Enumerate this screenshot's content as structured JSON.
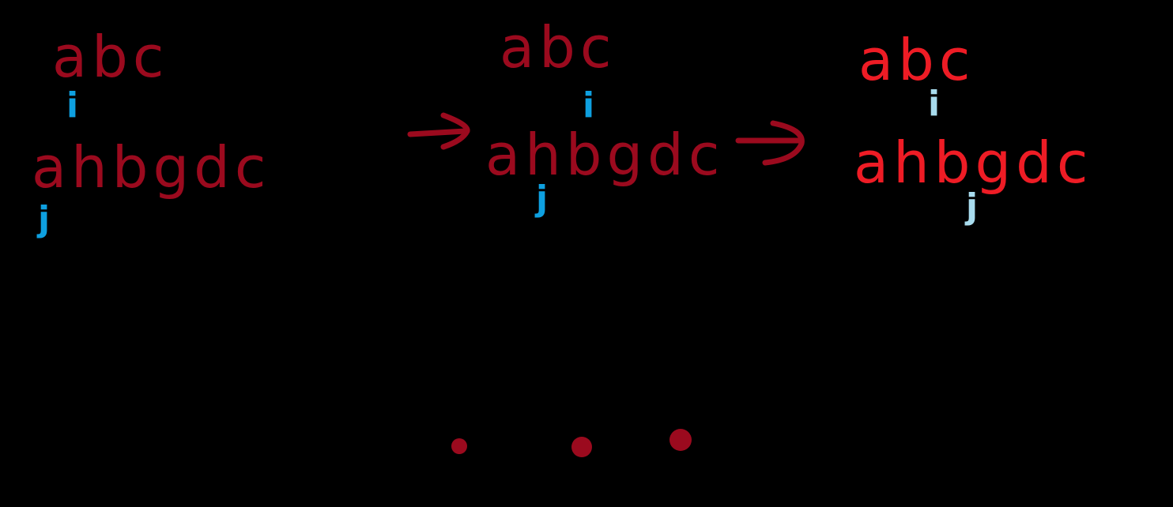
{
  "colors": {
    "background": "#000000",
    "dark_red": "#9b0a1e",
    "bright_red": "#ee1c25",
    "pointer_blue": "#0ea0e0",
    "pointer_light_blue": "#a8dcee"
  },
  "panels": [
    {
      "source": "abc",
      "target": "ahbgdc",
      "pointer_i": "i",
      "pointer_j": "j"
    },
    {
      "source": "abc",
      "target": "ahbgdc",
      "pointer_i": "i",
      "pointer_j": "j"
    },
    {
      "source": "abc",
      "target": "ahbgdc",
      "pointer_i": "i",
      "pointer_j": "j"
    }
  ],
  "icons": [
    "right-arrow-icon",
    "right-arrow-icon",
    "ellipsis-dots-icon"
  ]
}
